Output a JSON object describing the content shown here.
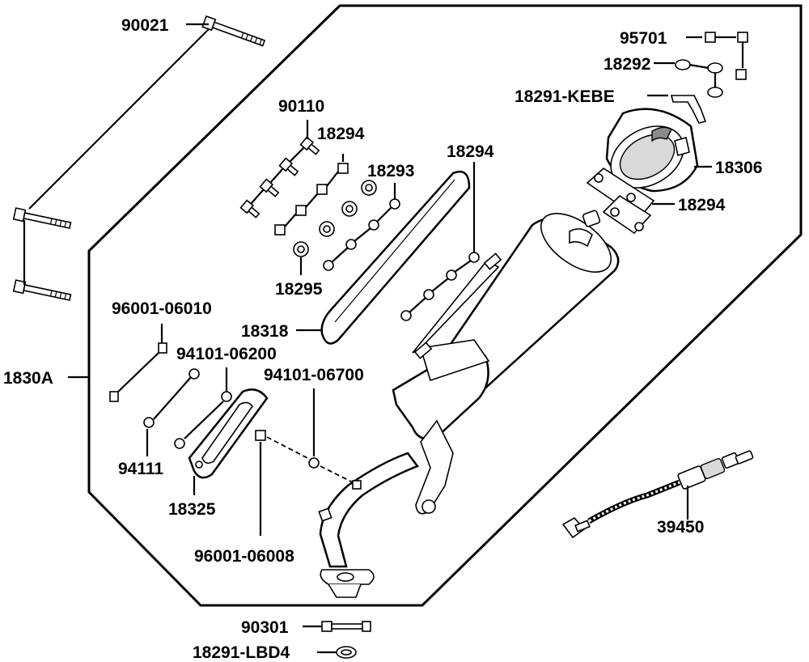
{
  "diagram": {
    "part_labels": [
      {
        "id": "p90021",
        "text": "90021"
      },
      {
        "id": "p95701",
        "text": "95701"
      },
      {
        "id": "p18292",
        "text": "18292"
      },
      {
        "id": "p18291kebe",
        "text": "18291-KEBE"
      },
      {
        "id": "p90110",
        "text": "90110"
      },
      {
        "id": "p18294a",
        "text": "18294"
      },
      {
        "id": "p18293",
        "text": "18293"
      },
      {
        "id": "p18294b",
        "text": "18294"
      },
      {
        "id": "p18306",
        "text": "18306"
      },
      {
        "id": "p18294c",
        "text": "18294"
      },
      {
        "id": "p18295",
        "text": "18295"
      },
      {
        "id": "p18318",
        "text": "18318"
      },
      {
        "id": "p96001_06010",
        "text": "96001-06010"
      },
      {
        "id": "p94101_06200",
        "text": "94101-06200"
      },
      {
        "id": "p1830a",
        "text": "1830A"
      },
      {
        "id": "p94101_06700",
        "text": "94101-06700"
      },
      {
        "id": "p94111",
        "text": "94111"
      },
      {
        "id": "p18325",
        "text": "18325"
      },
      {
        "id": "p39450",
        "text": "39450"
      },
      {
        "id": "p96001_06008",
        "text": "96001-06008"
      },
      {
        "id": "p90301",
        "text": "90301"
      },
      {
        "id": "p18291lbd4",
        "text": "18291-LBD4"
      }
    ]
  }
}
